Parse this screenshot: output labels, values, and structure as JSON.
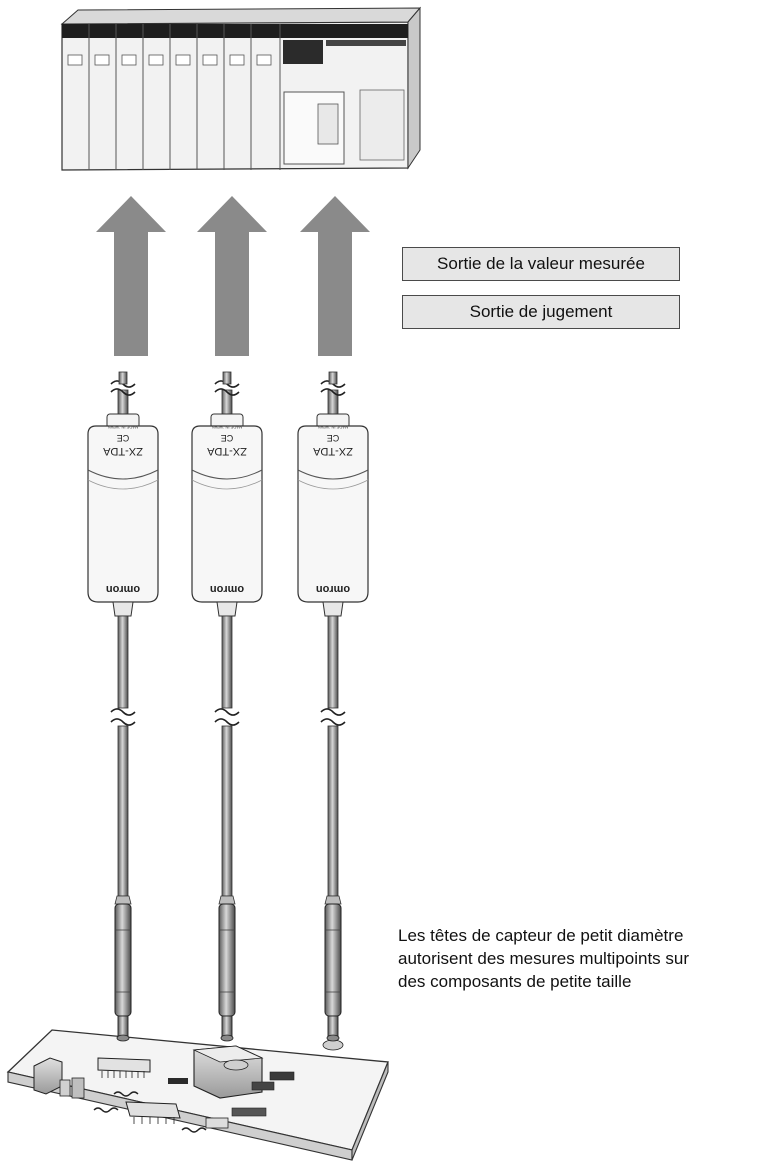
{
  "labels": {
    "measured_output": "Sortie de la valeur mesurée",
    "judgement_output": "Sortie de jugement"
  },
  "caption": {
    "line1": "Les têtes de capteur de petit diamètre",
    "line2": "autorisent des mesures multipoints sur",
    "line3": "des composants de petite taille"
  },
  "amplifier": {
    "model": "ZX-TDA",
    "brand": "omron",
    "ce_mark": "CE",
    "origin": "MADE IN JAPAN"
  },
  "colors": {
    "arrow": "#8a8a8a",
    "label_fill": "#e6e6e6",
    "plc_body": "#f2f2f2",
    "plc_dark": "#1e1e1e"
  }
}
